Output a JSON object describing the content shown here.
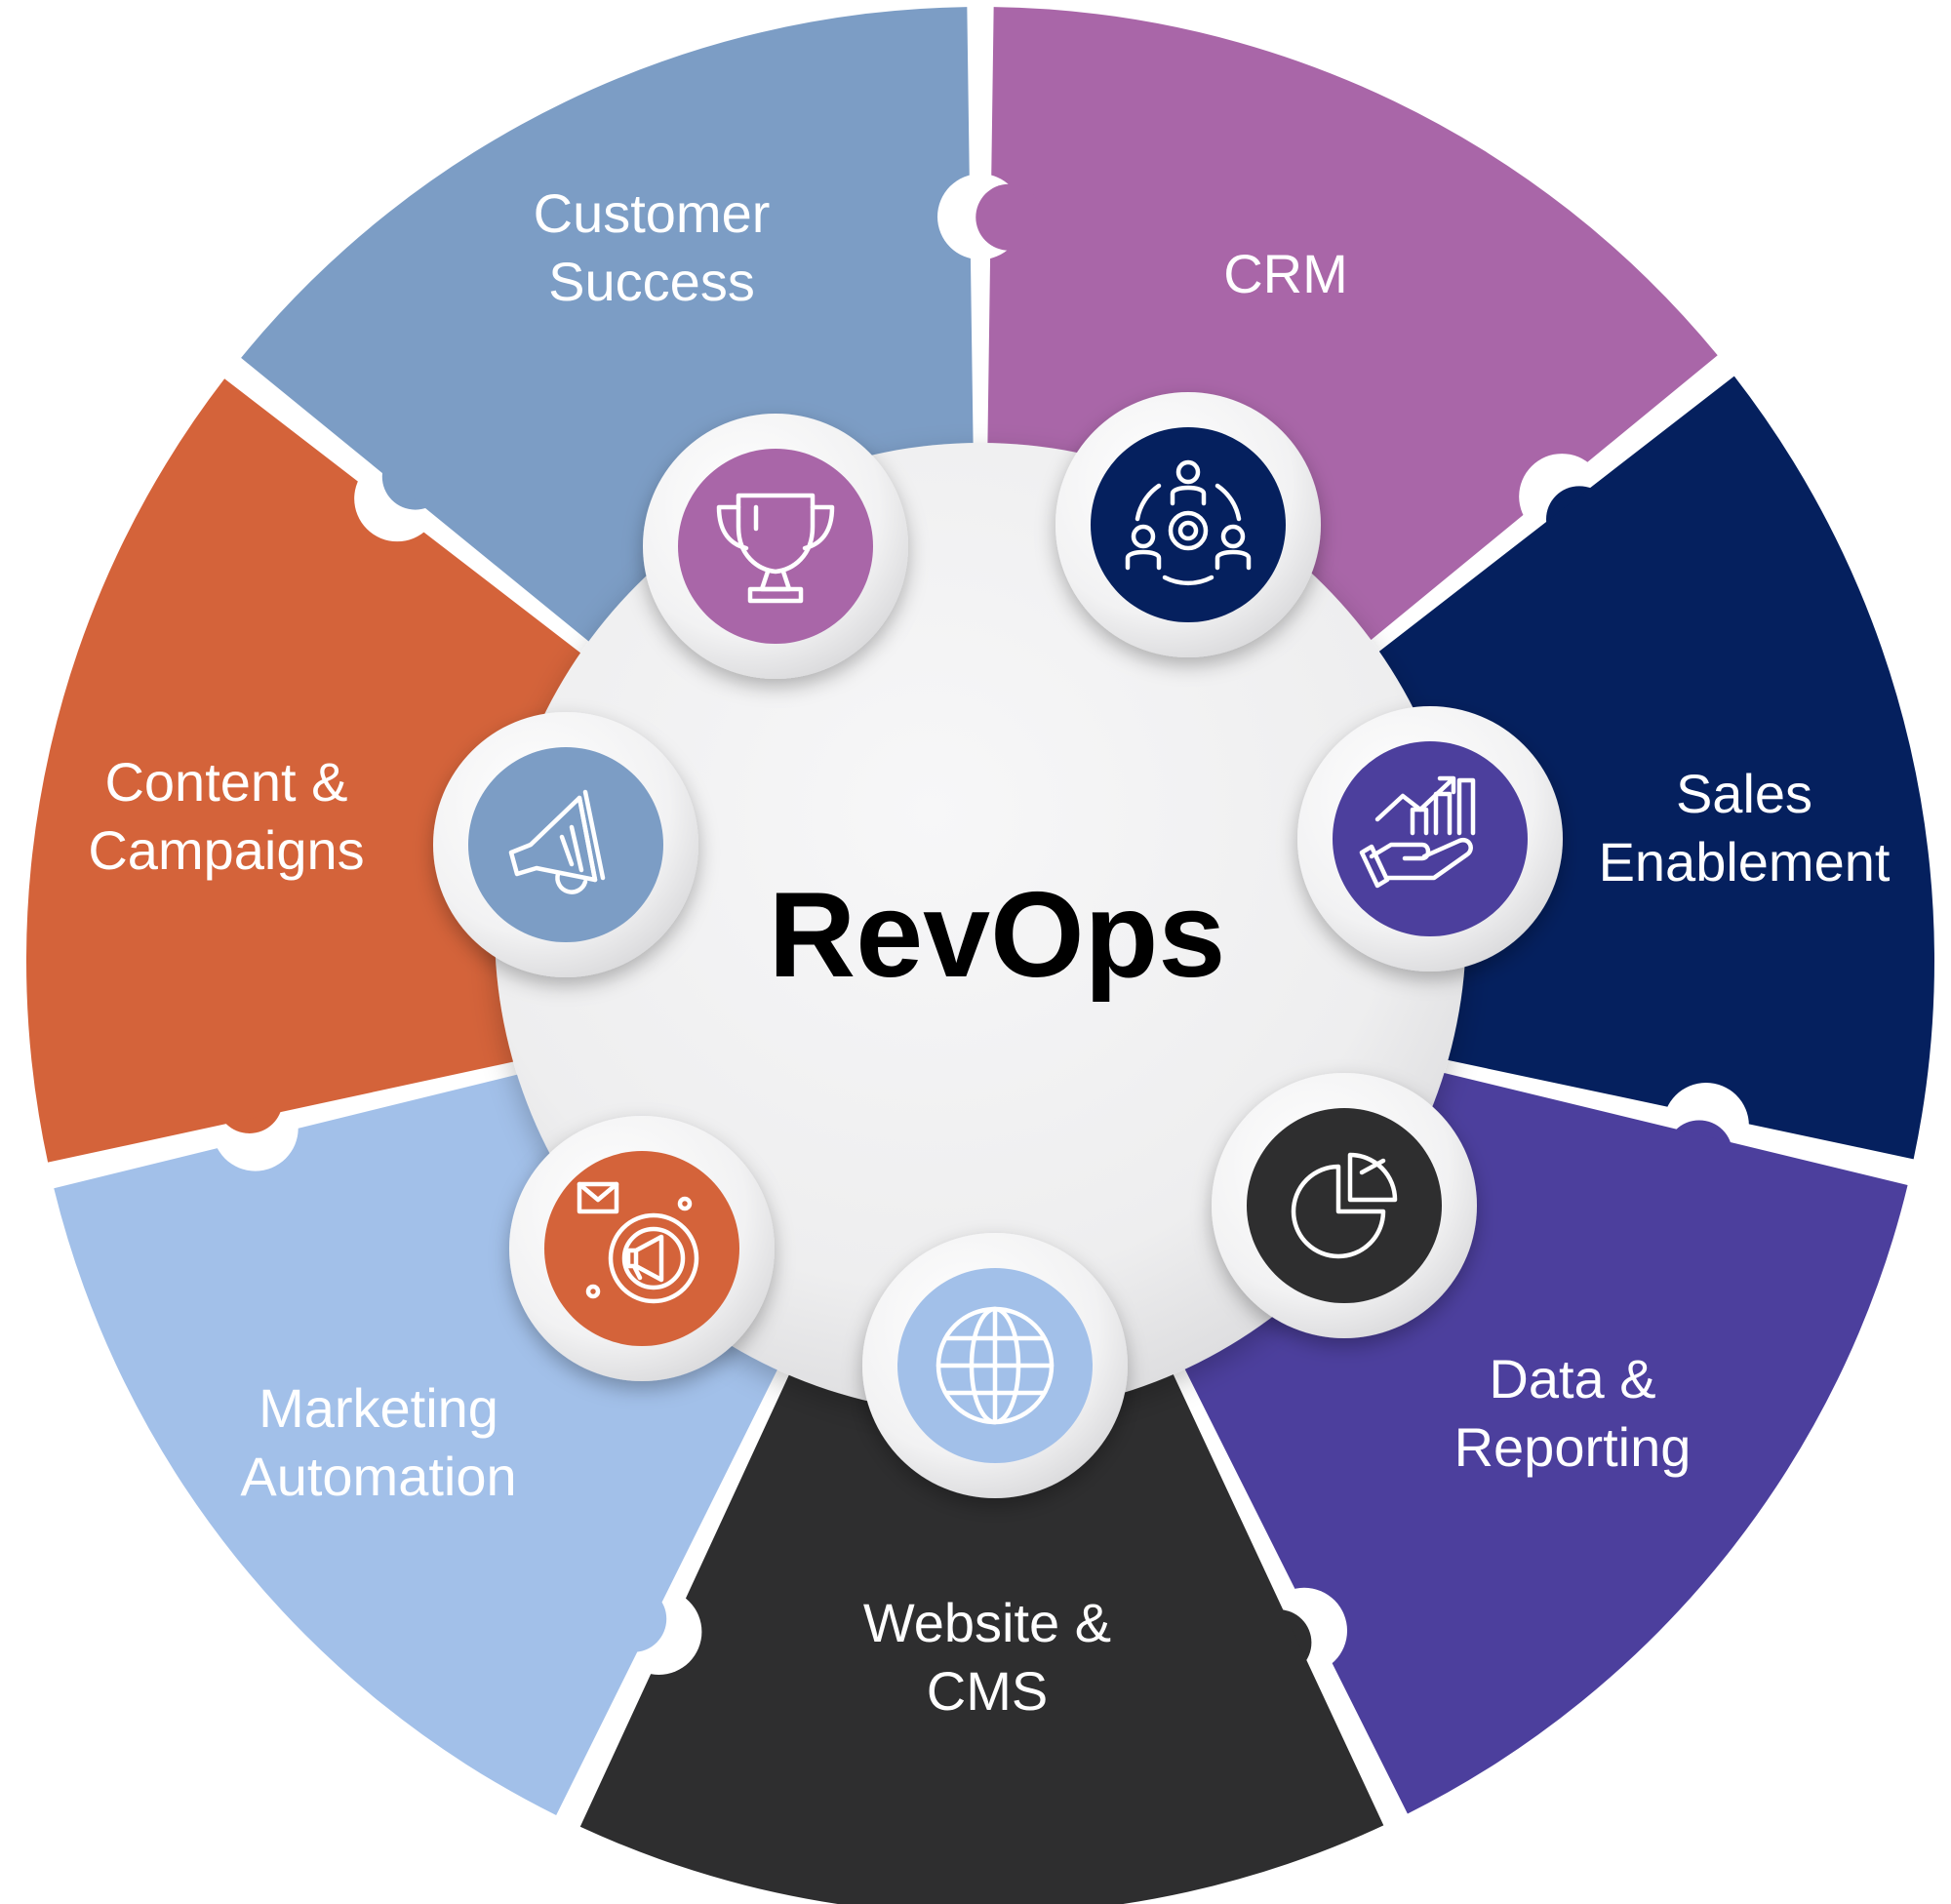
{
  "center": {
    "title": "RevOps"
  },
  "segments": [
    {
      "id": "customer-success",
      "lines": [
        "Customer",
        "Success"
      ],
      "color": "#A966A8",
      "icon": "trophy-icon"
    },
    {
      "id": "crm",
      "lines": [
        "CRM"
      ],
      "color": "#05205E",
      "icon": "team-gear-icon"
    },
    {
      "id": "sales-enablement",
      "lines": [
        "Sales",
        "Enablement"
      ],
      "color": "#4C3F9D",
      "icon": "hand-growth-chart-icon"
    },
    {
      "id": "data-reporting",
      "lines": [
        "Data &",
        "Reporting"
      ],
      "color": "#2E2E2F",
      "icon": "pie-chart-icon"
    },
    {
      "id": "website-cms",
      "lines": [
        "Website &",
        "CMS"
      ],
      "color": "#A2C0E9",
      "icon": "globe-icon"
    },
    {
      "id": "marketing-automation",
      "lines": [
        "Marketing",
        "Automation"
      ],
      "color": "#D4633A",
      "icon": "megaphone-gear-icon"
    },
    {
      "id": "content-campaigns",
      "lines": [
        "Content &",
        "Campaigns"
      ],
      "color": "#7C9DC5",
      "icon": "megaphone-icon"
    }
  ]
}
